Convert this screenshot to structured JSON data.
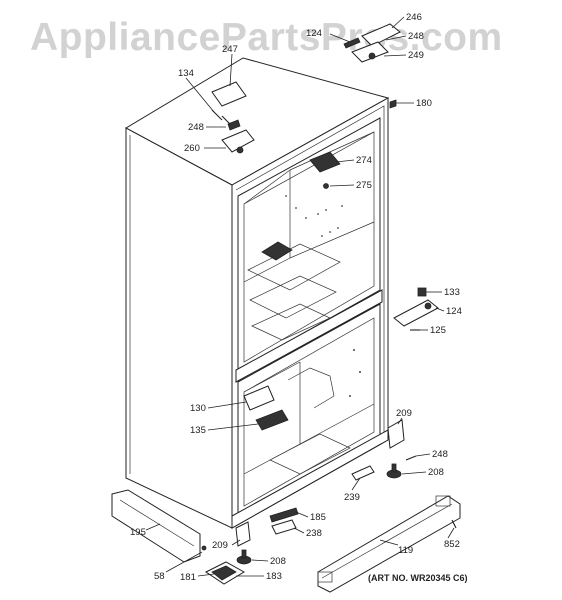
{
  "watermark": "AppliancePartsPros.com",
  "art_number": "(ART NO. WR20345 C6)",
  "callouts": {
    "c246": "246",
    "c124a": "124",
    "c248a": "248",
    "c249": "249",
    "c247": "247",
    "c180": "180",
    "c134": "134",
    "c248b": "248",
    "c260": "260",
    "c274": "274",
    "c275": "275",
    "c133": "133",
    "c124b": "124",
    "c125": "125",
    "c130": "130",
    "c135": "135",
    "c209a": "209",
    "c248c": "248",
    "c208a": "208",
    "c239": "239",
    "c185": "185",
    "c238": "238",
    "c195": "195",
    "c209b": "209",
    "c208b": "208",
    "c119": "119",
    "c852": "852",
    "c58": "58",
    "c181": "181",
    "c183": "183"
  }
}
